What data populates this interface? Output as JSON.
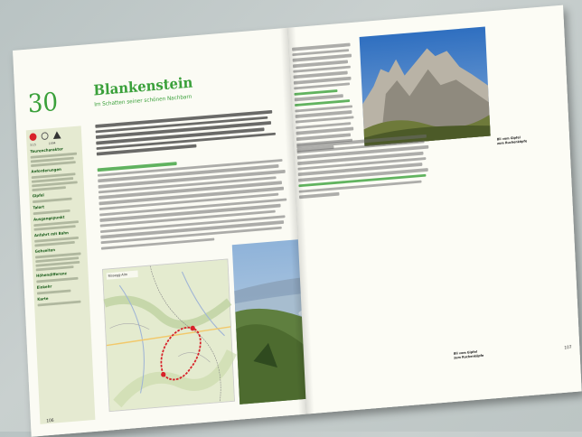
{
  "tour": {
    "number": "30",
    "title": "Blankenstein",
    "subtitle": "Im Schatten seiner schönen Nachbarn"
  },
  "sidebar": {
    "icon_labels": [
      "3:15",
      "",
      "1494"
    ],
    "sections": [
      "Tourencharakter",
      "Anforderungen",
      "Gipfel",
      "Talort",
      "Ausgangspunkt",
      "Anfahrt mit Bahn",
      "Gehzeiten",
      "Höhendifferenz",
      "Einkehr",
      "Karte"
    ]
  },
  "page_numbers": {
    "left": "106",
    "right": "107"
  },
  "captions": {
    "top_photo": "Bli vom Gipfel zum Ruchenköpfe",
    "bottom_photo": "Bli vom Gipfel zum Ruchenköpfe"
  },
  "map": {
    "label": "Rissegg-Alm"
  },
  "colors": {
    "accent": "#3aa03a",
    "marker": "#d8222a",
    "sidebar_bg": "#e5ead1"
  }
}
